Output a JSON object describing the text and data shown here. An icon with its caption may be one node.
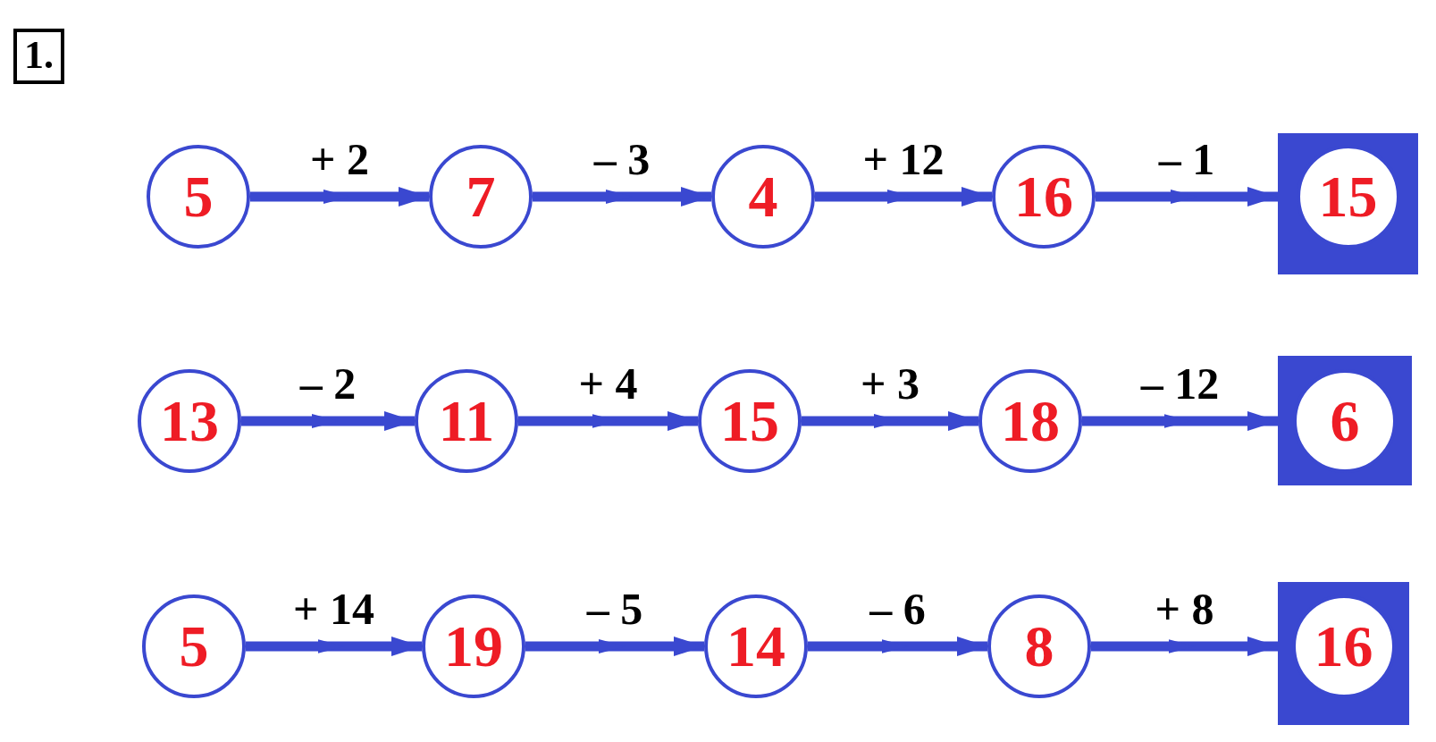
{
  "diagram": {
    "title": "1.",
    "nodes": [
      {
        "text": [
          "5"
        ]
      },
      {
        "text": [
          "7"
        ]
      },
      {
        "text": [
          "4"
        ]
      },
      {
        "text": [
          "16"
        ]
      },
      {
        "text": [],
        "shape": "box"
      },
      {
        "text": [
          "15"
        ],
        "in": 4
      },
      {
        "text": [
          "13"
        ]
      },
      {
        "text": [
          "11"
        ]
      },
      {
        "text": [
          "15"
        ]
      },
      {
        "text": [
          "18"
        ]
      },
      {
        "text": [],
        "shape": "box"
      },
      {
        "text": [
          "6"
        ],
        "in": 10
      },
      {
        "text": [
          "5"
        ]
      },
      {
        "text": [
          "19"
        ]
      },
      {
        "text": [
          "14"
        ]
      },
      {
        "text": [
          "8"
        ]
      },
      {
        "text": [],
        "shape": "box"
      },
      {
        "text": [
          "16"
        ],
        "in": 16
      }
    ],
    "edges": [
      {
        "from": 0,
        "to": 1,
        "arrow": "to",
        "label": "+ 2"
      },
      {
        "from": 1,
        "to": 2,
        "arrow": "to",
        "label": "– 3"
      },
      {
        "from": 2,
        "to": 3,
        "arrow": "to",
        "label": "+ 12"
      },
      {
        "from": 3,
        "to": 4,
        "arrow": "to",
        "label": "– 1"
      },
      {
        "from": 6,
        "to": 7,
        "arrow": "to",
        "label": "– 2"
      },
      {
        "from": 7,
        "to": 8,
        "arrow": "to",
        "label": "+ 4"
      },
      {
        "from": 8,
        "to": 9,
        "arrow": "to",
        "label": "+ 3"
      },
      {
        "from": 9,
        "to": 10,
        "arrow": "to",
        "label": "– 12"
      },
      {
        "from": 12,
        "to": 13,
        "arrow": "to",
        "label": "+ 14"
      },
      {
        "from": 13,
        "to": 14,
        "arrow": "to",
        "label": "– 5"
      },
      {
        "from": 14,
        "to": 15,
        "arrow": "to",
        "label": "– 6"
      },
      {
        "from": 15,
        "to": 16,
        "arrow": "to",
        "label": "+ 8"
      }
    ]
  }
}
